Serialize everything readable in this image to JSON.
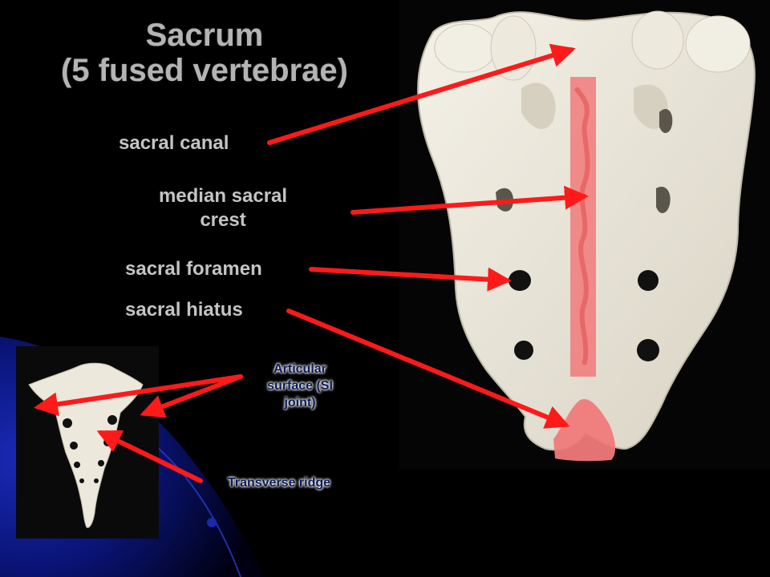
{
  "title": {
    "line1": "Sacrum",
    "line2": "(5 fused vertebrae)"
  },
  "labels": {
    "sacral_canal": "sacral canal",
    "median_sacral_crest_line1": "median sacral",
    "median_sacral_crest_line2": "crest",
    "sacral_foramen": "sacral foramen",
    "sacral_hiatus": "sacral hiatus",
    "articular_line1": "Articular",
    "articular_line2": "surface (SI",
    "articular_line3": "joint)",
    "transverse_ridge": "Transverse ridge"
  },
  "colors": {
    "background": "#000000",
    "accent_blue": "#0a1a8c",
    "arrow_red": "#ff1a1a",
    "highlight_pink": "#f07a7a",
    "bone": "#ece8dc"
  }
}
